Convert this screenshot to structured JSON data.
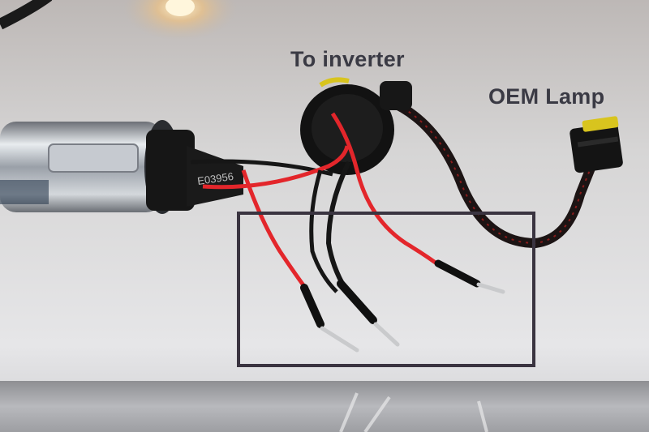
{
  "photo": {
    "subject": "HID xenon bulb with wiring harness",
    "bulb_marking": "E03956"
  },
  "annotations": {
    "to_inverter": "To inverter",
    "oem_lamp": "OEM Lamp"
  },
  "colors": {
    "label_text": "#3a3a44",
    "box_stroke": "#3a3440",
    "wire_red": "#e3262b",
    "wire_black": "#161616",
    "connector_yellow": "#d8c41e"
  }
}
